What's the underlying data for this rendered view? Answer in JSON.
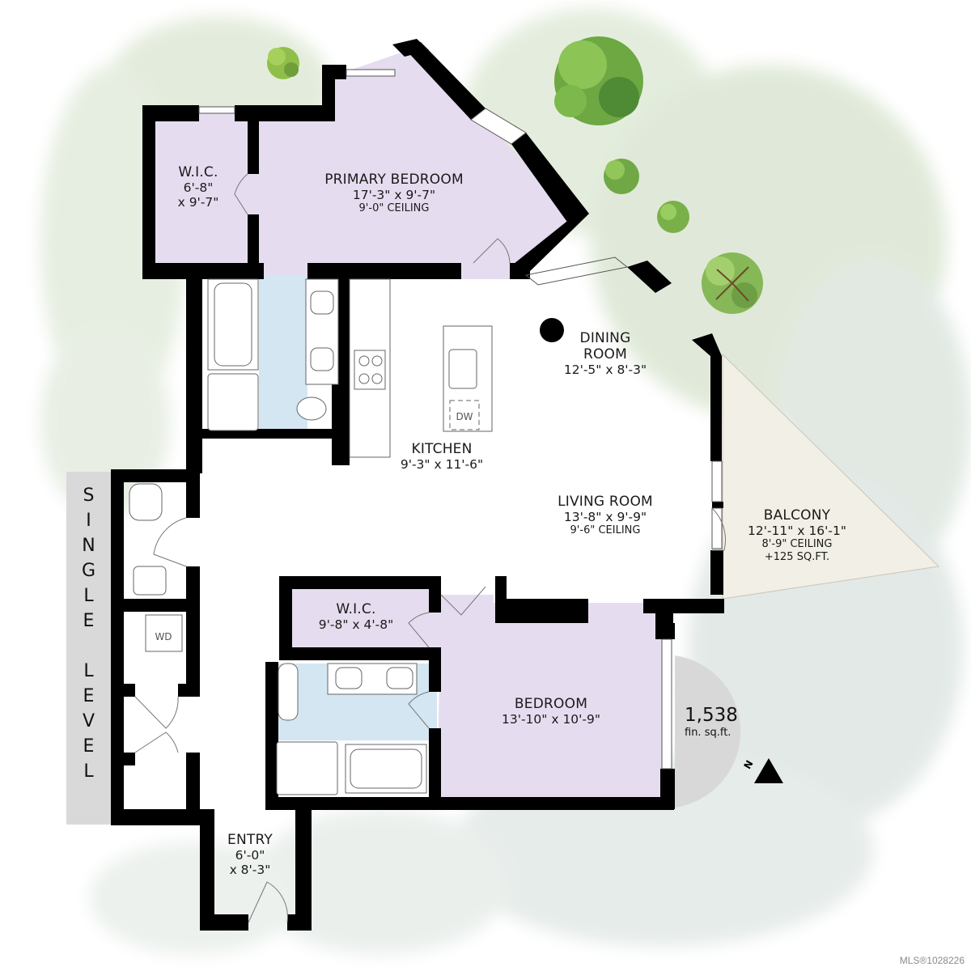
{
  "floorplan": {
    "level_banner": {
      "text": "SINGLE LEVEL",
      "letters": [
        "S",
        "I",
        "N",
        "G",
        "L",
        "E",
        " ",
        "L",
        "E",
        "V",
        "E",
        "L"
      ]
    },
    "rooms": {
      "wic_primary": {
        "name": "W.I.C.",
        "dim_line1": "6'-8\"",
        "dim_line2": "x 9'-7\""
      },
      "primary_bedroom": {
        "name": "PRIMARY BEDROOM",
        "dim": "17'-3\" x 9'-7\"",
        "ceiling": "9'-0\" CEILING"
      },
      "dining_room": {
        "name_line1": "DINING",
        "name_line2": "ROOM",
        "dim": "12'-5\" x 8'-3\""
      },
      "kitchen": {
        "name": "KITCHEN",
        "dim": "9'-3\" x 11'-6\""
      },
      "living_room": {
        "name": "LIVING ROOM",
        "dim": "13'-8\" x 9'-9\"",
        "ceiling": "9'-6\" CEILING"
      },
      "balcony": {
        "name": "BALCONY",
        "dim": "12'-11\" x 16'-1\"",
        "ceiling": "8'-9\" CEILING",
        "extra": "+125 SQ.FT."
      },
      "wic_bedroom": {
        "name": "W.I.C.",
        "dim": "9'-8\" x 4'-8\""
      },
      "bedroom": {
        "name": "BEDROOM",
        "dim": "13'-10\" x 10'-9\""
      },
      "entry": {
        "name": "ENTRY",
        "dim_line1": "6'-0\"",
        "dim_line2": "x 8'-3\""
      }
    },
    "fixtures": {
      "dishwasher": "DW",
      "washer_dryer": "WD"
    },
    "area": {
      "value": "1,538",
      "unit": "fin. sq.ft."
    },
    "north_arrow": {
      "label": "N"
    },
    "colors": {
      "bedroom_fill": "#e6dcef",
      "bath_fill": "#d3e6f2",
      "balcony_fill": "#f1efe6",
      "wall": "#000000",
      "landscape": "#dde8d8",
      "area_circle": "#d8d8d8",
      "banner": "#d9d9d9"
    }
  },
  "watermark": {
    "text": "MLS®1028226"
  }
}
